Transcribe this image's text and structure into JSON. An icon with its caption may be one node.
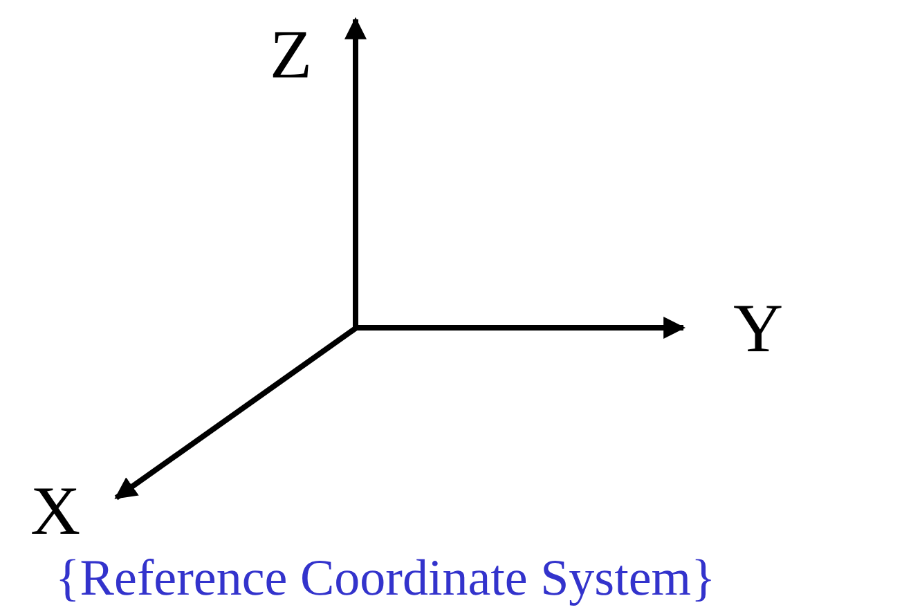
{
  "diagram": {
    "caption": "{Reference Coordinate System}",
    "labels": [
      "Z",
      "Y",
      "X"
    ]
  }
}
